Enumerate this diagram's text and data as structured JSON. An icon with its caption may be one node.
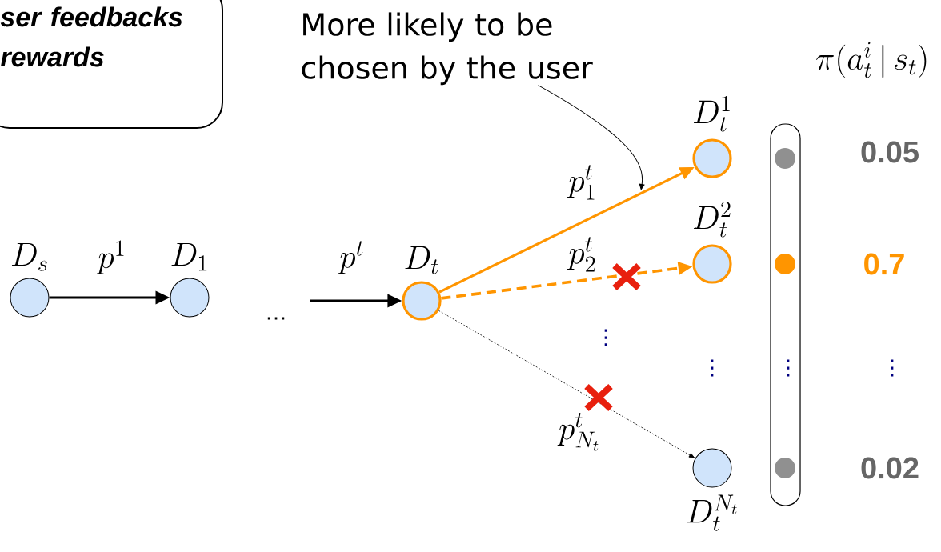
{
  "diagram": {
    "nodes": [
      {
        "text": [
          "ser feedbacks rewards"
        ]
      },
      {
        "text": [
          "D_s"
        ]
      },
      {
        "text": [
          "D_1"
        ]
      },
      {
        "text": [
          "D_t"
        ]
      },
      {
        "text": [
          "D_t^1"
        ]
      },
      {
        "text": [
          "D_t^2"
        ]
      },
      {
        "text": [
          "D_t^{N_t}"
        ]
      },
      {
        "text": [
          "More likely to be chosen by the user"
        ]
      }
    ],
    "edges": [
      {
        "from": 1,
        "to": 2,
        "arrow": "to",
        "label": "p^1"
      },
      {
        "from": null,
        "to": 3,
        "arrow": "to",
        "label": "p^t"
      },
      {
        "from": 3,
        "to": 4,
        "arrow": "to",
        "label": "p_1^t",
        "color": "#ff9500"
      },
      {
        "from": 3,
        "to": 5,
        "arrow": "to",
        "label": "p_2^t",
        "style": "dashed",
        "color": "#ff9500"
      },
      {
        "from": 3,
        "to": 6,
        "arrow": "to",
        "label": "p_{N_t}^t",
        "style": "dashed"
      },
      {
        "from": 7,
        "to": null,
        "arrow": "to"
      }
    ],
    "labels": [
      "\\pi(a_t^i\\,|\\,s_t)",
      "0.05",
      "0.7",
      "…",
      "⋮",
      "⋮",
      "⋮",
      "⋮",
      "0.02"
    ]
  }
}
